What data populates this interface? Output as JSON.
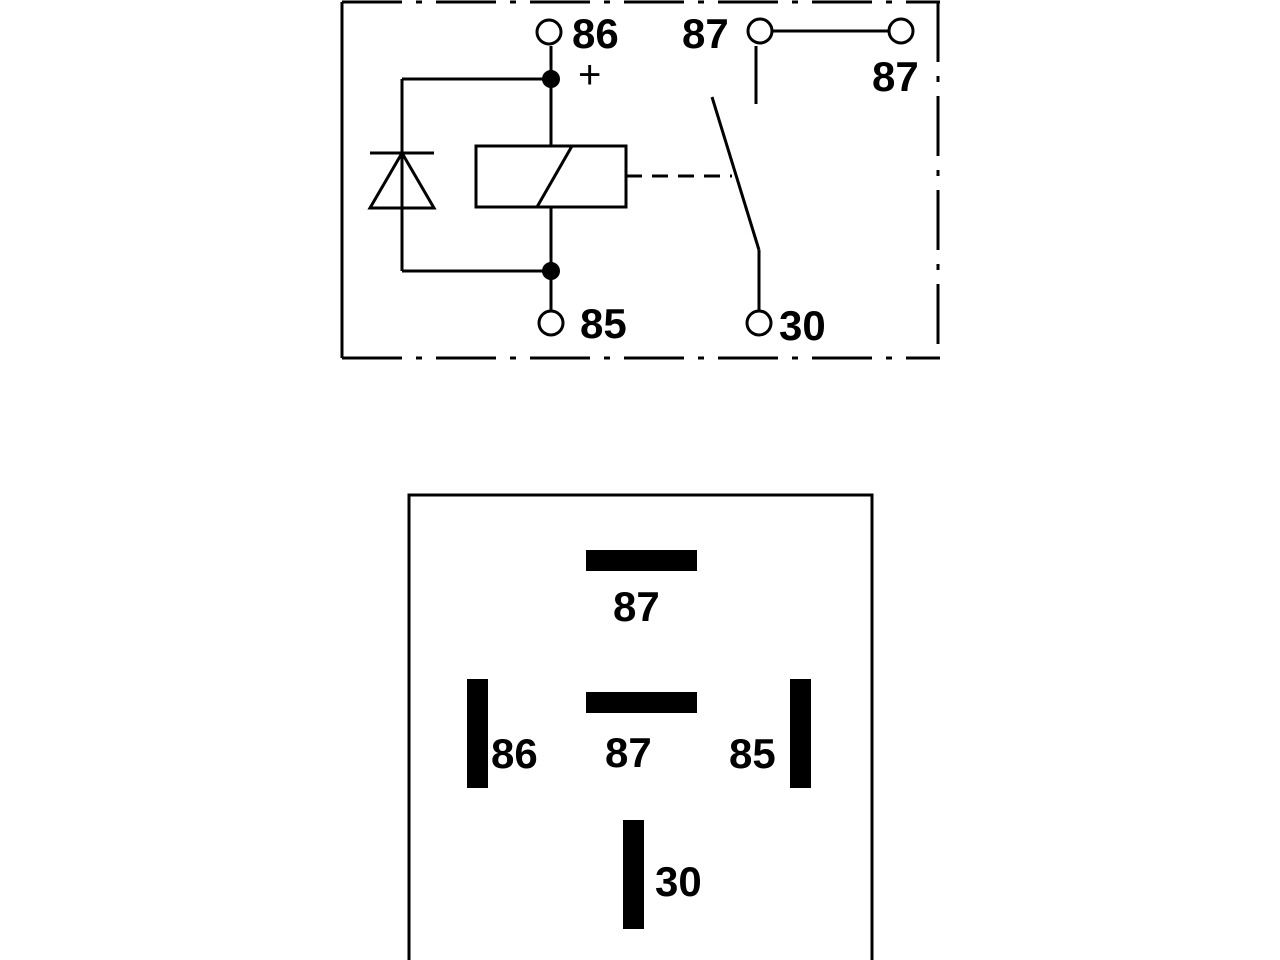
{
  "schematic": {
    "terminals": {
      "t86": "86",
      "t85": "85",
      "t87_left": "87",
      "t87_right": "87",
      "t30": "30"
    },
    "coil_polarity": "+"
  },
  "pinout": {
    "pins": {
      "p87_top": "87",
      "p87_mid": "87",
      "p86": "86",
      "p85": "85",
      "p30": "30"
    }
  },
  "colors": {
    "ink": "#000000",
    "background": "#ffffff"
  }
}
